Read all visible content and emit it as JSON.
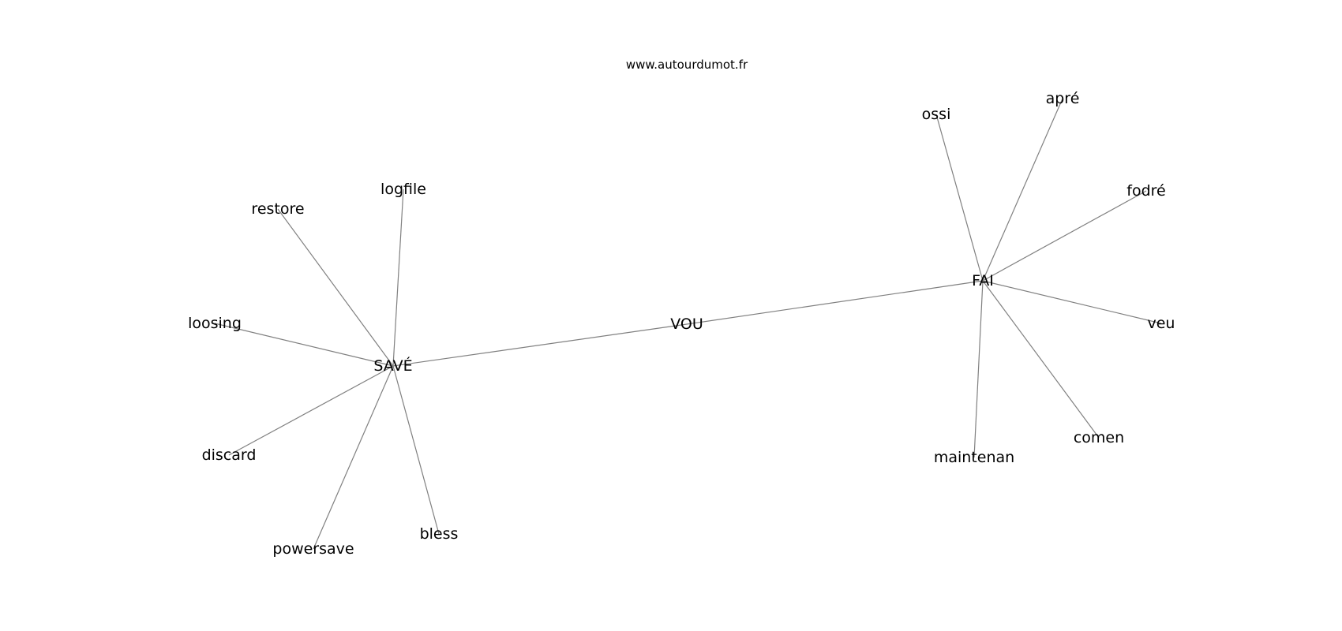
{
  "site": "www.autourdumot.fr",
  "edge_color": "#808080",
  "nodes": [
    {
      "id": "vou",
      "label": "VOU"
    },
    {
      "id": "save",
      "label": "SAVÉ"
    },
    {
      "id": "fai",
      "label": "FAI"
    },
    {
      "id": "restore",
      "label": "restore"
    },
    {
      "id": "logfile",
      "label": "logfile"
    },
    {
      "id": "loosing",
      "label": "loosing"
    },
    {
      "id": "discard",
      "label": "discard"
    },
    {
      "id": "powersave",
      "label": "powersave"
    },
    {
      "id": "bless",
      "label": "bless"
    },
    {
      "id": "ossi",
      "label": "ossi"
    },
    {
      "id": "apre",
      "label": "apré"
    },
    {
      "id": "fodre",
      "label": "fodré"
    },
    {
      "id": "veu",
      "label": "veu"
    },
    {
      "id": "comen",
      "label": "comen"
    },
    {
      "id": "maintenan",
      "label": "maintenan"
    }
  ],
  "edges": [
    [
      "save",
      "vou"
    ],
    [
      "vou",
      "fai"
    ],
    [
      "save",
      "restore"
    ],
    [
      "save",
      "logfile"
    ],
    [
      "save",
      "loosing"
    ],
    [
      "save",
      "discard"
    ],
    [
      "save",
      "powersave"
    ],
    [
      "save",
      "bless"
    ],
    [
      "fai",
      "ossi"
    ],
    [
      "fai",
      "apre"
    ],
    [
      "fai",
      "fodre"
    ],
    [
      "fai",
      "veu"
    ],
    [
      "fai",
      "comen"
    ],
    [
      "fai",
      "maintenan"
    ]
  ]
}
